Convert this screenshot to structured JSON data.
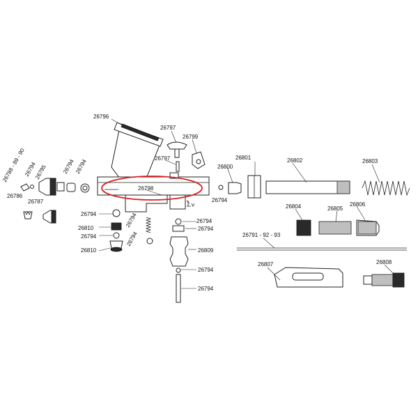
{
  "diagram": {
    "highlight_color": "#d62020",
    "parts": {
      "p26796": "26796",
      "p26797a": "26797",
      "p26799": "26799",
      "p26797b": "26797",
      "p26798": "26798",
      "p26788": "26788 - 89 - 90",
      "p26794a": "26794",
      "p26795": "26795",
      "p26794b": "26794",
      "p26794c": "26794",
      "p26786": "26786",
      "p26787": "26787",
      "p26800": "26800",
      "p26801": "26801",
      "p26802": "26802",
      "p26803": "26803",
      "p26794d": "26794",
      "p26794e": "26794",
      "p26810a": "26810",
      "p26794f": "26794",
      "p26794g": "26794",
      "p26810b": "26810",
      "p26794h": "26794",
      "p26794i": "26794",
      "p26794j": "26794",
      "p26809": "26809",
      "p26794k": "26794",
      "p26794l": "26794",
      "p26804": "26804",
      "p26805": "26805",
      "p26806": "26806",
      "p26791": "26791 - 92 - 93",
      "p26807": "26807",
      "p26808": "26808"
    }
  }
}
